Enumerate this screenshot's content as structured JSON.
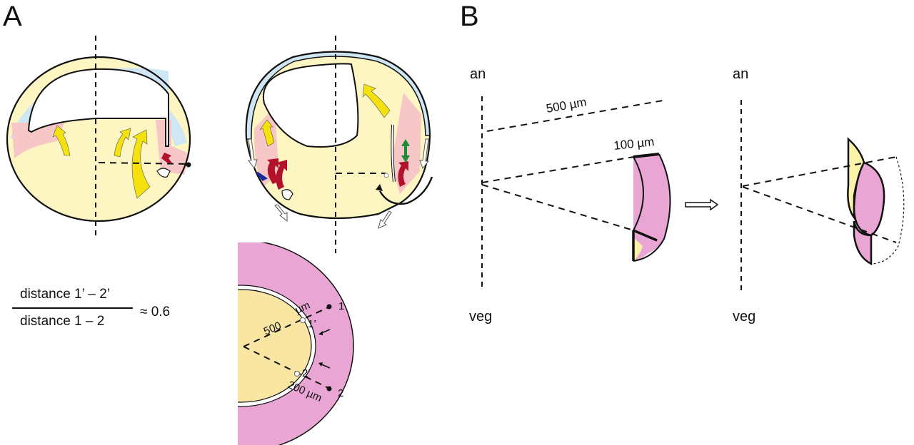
{
  "panels": {
    "A": {
      "label": "A",
      "equation": {
        "numerator": "distance 1’ – 2’",
        "denominator": "distance 1 – 2",
        "result": "≈ 0.6"
      },
      "ring_diagram": {
        "radius_label": "500",
        "radius_unit": "µm",
        "thickness_label": "200 µm",
        "point_1": "1",
        "point_2": "2",
        "point_1_prime": "1’",
        "point_2_prime": "2’"
      }
    },
    "B": {
      "label": "B",
      "left": {
        "top_axis": "an",
        "bottom_axis": "veg",
        "radius_label": "500 µm",
        "thickness_label": "100 µm"
      },
      "right": {
        "top_axis": "an",
        "bottom_axis": "veg"
      }
    }
  },
  "colors": {
    "yolk": "#fdf6c2",
    "ectoderm": "#cfe6f5",
    "mesoderm": "#f7c6c6",
    "tissue_pink": "#e9a6d4",
    "inner_yolk": "#f9e6a3",
    "arrow_yellow": "#f5e10d",
    "arrow_red": "#b3122a",
    "arrow_green": "#1e8a3a",
    "arrow_blue": "#1a2a9a"
  }
}
